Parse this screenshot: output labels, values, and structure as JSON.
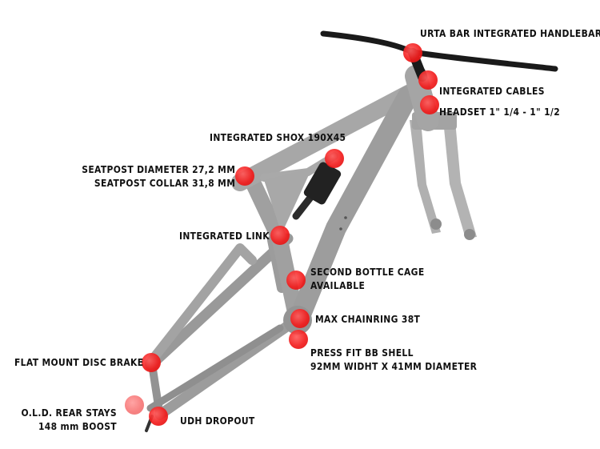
{
  "callouts": {
    "handlebar": "URTA BAR INTEGRATED HANDLEBAR",
    "cables": "INTEGRATED CABLES",
    "headset": "HEADSET 1\" 1/4 - 1\" 1/2",
    "shock": "INTEGRATED SHOX 190X45",
    "seatpost_diameter": "SEATPOST DIAMETER 27,2 MM",
    "seatpost_collar": "SEATPOST COLLAR 31,8 MM",
    "link": "INTEGRATED LINK",
    "bottle_cage_line1": "SECOND BOTTLE CAGE",
    "bottle_cage_line2": "AVAILABLE",
    "chainring": "MAX CHAINRING 38T",
    "bb_shell_line1": "PRESS FIT BB SHELL",
    "bb_shell_line2": "92MM WIDHT X 41MM DIAMETER",
    "disc_brake": "FLAT MOUNT DISC BRAKE",
    "old_line1": "O.L.D. REAR STAYS",
    "old_line2": "148 mm  BOOST",
    "dropout": "UDH DROPOUT"
  },
  "colors": {
    "frame": "#9b9b9b",
    "frame_shadow": "#7f7f7f",
    "handlebar": "#1a1a1a",
    "shock_body": "#222222",
    "marker": "#f21c1c"
  }
}
